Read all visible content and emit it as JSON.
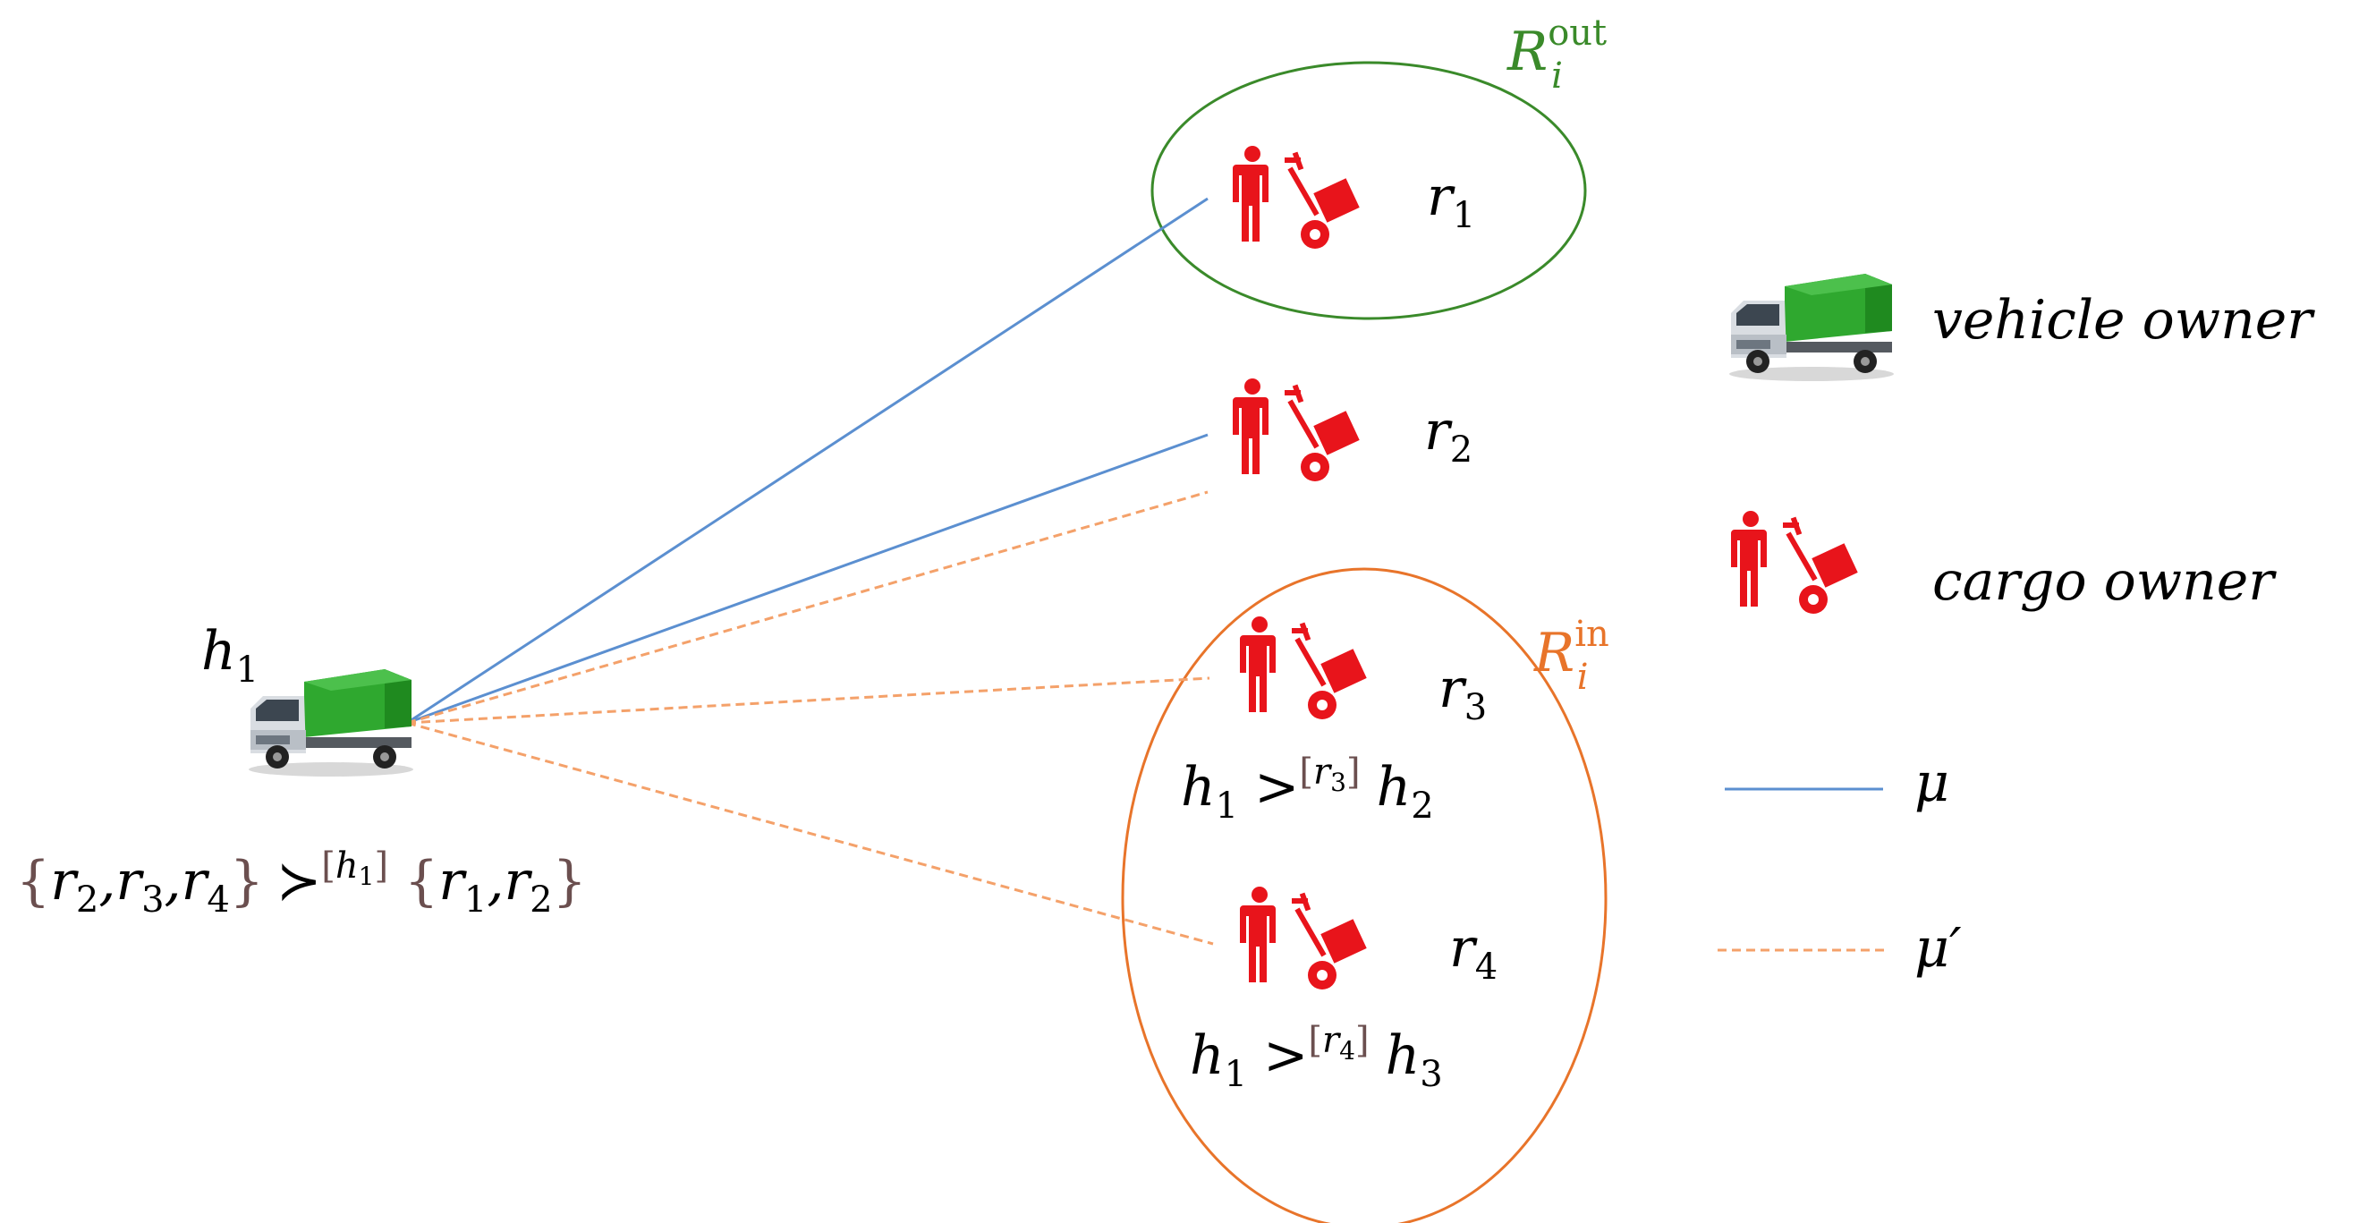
{
  "vehicle": {
    "label": {
      "base": "h",
      "sub": "1"
    }
  },
  "truck_preference": {
    "open1": "{",
    "r2": "r",
    "r2_sub": "2",
    "comma1": ",",
    "r3": "r",
    "r3_sub": "3",
    "comma2": ",",
    "r4": "r",
    "r4_sub": "4",
    "close1": "}",
    "relation": "≻",
    "bracket_open": "[",
    "h": "h",
    "h_sub": "1",
    "bracket_close": "]",
    "open2": "{",
    "r1": "r",
    "r1_sub": "1",
    "comma3": ",",
    "r2b": "r",
    "r2b_sub": "2",
    "close2": "}"
  },
  "cargo_owners": [
    {
      "base": "r",
      "sub": "1"
    },
    {
      "base": "r",
      "sub": "2"
    },
    {
      "base": "r",
      "sub": "3"
    },
    {
      "base": "r",
      "sub": "4"
    }
  ],
  "preferences": [
    {
      "left": "h",
      "left_sub": "1",
      "op": ">",
      "open": "[",
      "mid": "r",
      "mid_sub": "3",
      "close": "]",
      "right": "h",
      "right_sub": "2"
    },
    {
      "left": "h",
      "left_sub": "1",
      "op": ">",
      "open": "[",
      "mid": "r",
      "mid_sub": "4",
      "close": "]",
      "right": "h",
      "right_sub": "3"
    }
  ],
  "sets": {
    "out": {
      "base": "R",
      "sub": "i",
      "sup": "out",
      "color": "#3a8a2a"
    },
    "in": {
      "base": "R",
      "sub": "i",
      "sup": "in",
      "color": "#e8742a"
    }
  },
  "legend": {
    "vehicle_owner": "vehicle owner",
    "cargo_owner": "cargo owner",
    "mu": "μ",
    "mu_prime": "μ′"
  },
  "colors": {
    "mu_line": "#5b8fd0",
    "mu_prime_line": "#f4a16a",
    "cargo_icon": "#e8141b",
    "truck_cargo": "#2fa82f"
  },
  "matching": {
    "mu": [
      "r1",
      "r2"
    ],
    "mu_prime": [
      "r2",
      "r3",
      "r4"
    ]
  }
}
